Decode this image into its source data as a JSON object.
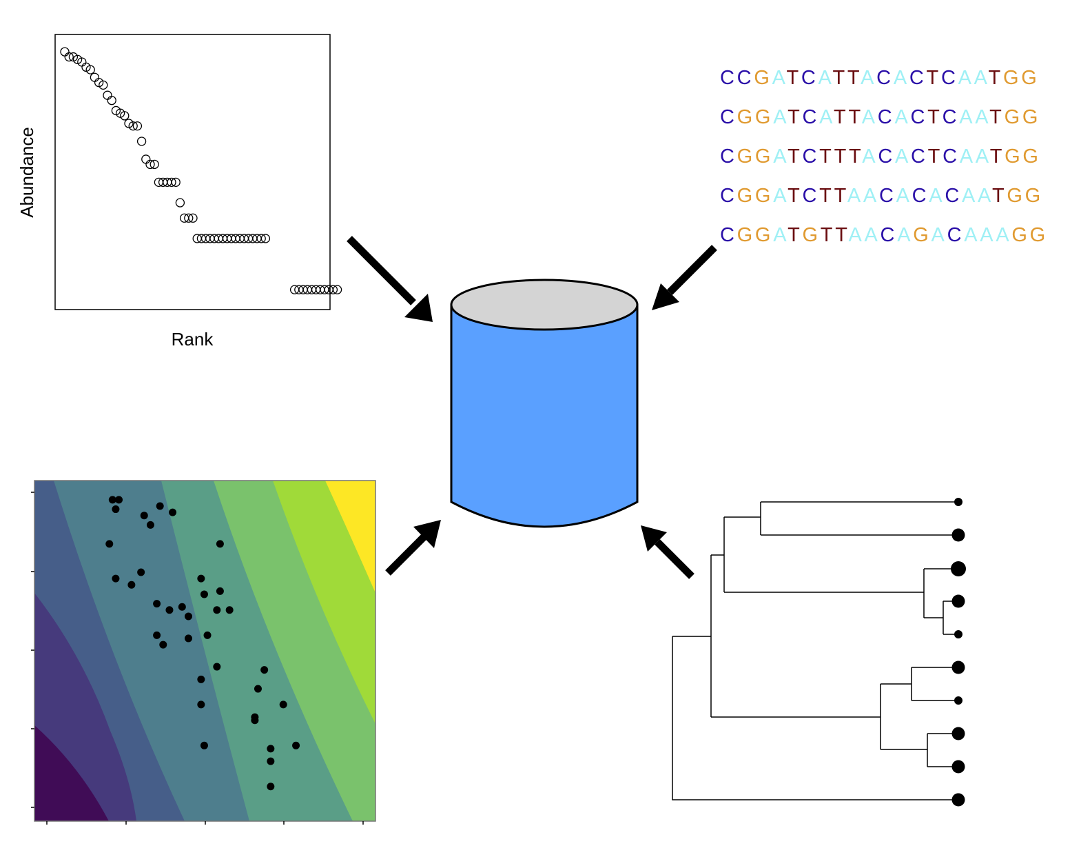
{
  "rank_abundance": {
    "xlabel": "Rank",
    "ylabel": "Abundance",
    "points": [
      1,
      2,
      3,
      4,
      5,
      6,
      7,
      8,
      9,
      10,
      11,
      12,
      13,
      14,
      15,
      16,
      17,
      18,
      19,
      20,
      21,
      22,
      23,
      24,
      25,
      26,
      27,
      28,
      29,
      30,
      31,
      32,
      33,
      34,
      35,
      36,
      37,
      38,
      39,
      40,
      41,
      42,
      43,
      44,
      45,
      46,
      47,
      48,
      49,
      50,
      51,
      52,
      53,
      54,
      55,
      56,
      57,
      58,
      59
    ],
    "abundance": [
      97,
      95,
      95,
      94,
      93,
      91,
      90,
      87,
      85,
      84,
      80,
      78,
      74,
      73,
      72,
      69,
      68,
      68,
      62,
      55,
      53,
      53,
      46,
      46,
      46,
      46,
      46,
      38,
      32,
      32,
      32,
      24,
      24,
      24,
      24,
      24,
      24,
      24,
      24,
      24,
      24,
      24,
      24,
      24,
      24,
      24,
      24,
      24,
      4,
      4,
      4,
      4,
      4,
      4,
      4,
      4,
      4,
      4,
      4
    ]
  },
  "sequences": [
    "CCGATCATTACACTCAATGG",
    "CGGATCATTACACTCAATGG",
    "CGGATCTTTACACTCAATGG",
    "CGGATCTTAACACACAATGG",
    "CGGATGTTAACAGACAAAGG"
  ],
  "base_colors": {
    "C": "#2a0fa8",
    "G": "#e09a30",
    "A": "#9ff0f5",
    "T": "#6a0d10"
  },
  "database": {
    "body_color": "#5aa0ff",
    "top_color": "#d4d4d4"
  },
  "contour": {
    "bands": [
      "#440154",
      "#46337e",
      "#365c8d",
      "#277f8e",
      "#1fa187",
      "#4ac16d",
      "#a0da39",
      "#fde725"
    ],
    "points": [
      [
        0.26,
        0.95
      ],
      [
        0.28,
        0.95
      ],
      [
        0.27,
        0.92
      ],
      [
        0.25,
        0.81
      ],
      [
        0.36,
        0.9
      ],
      [
        0.41,
        0.93
      ],
      [
        0.38,
        0.87
      ],
      [
        0.45,
        0.91
      ],
      [
        0.6,
        0.81
      ],
      [
        0.35,
        0.72
      ],
      [
        0.32,
        0.68
      ],
      [
        0.27,
        0.7
      ],
      [
        0.54,
        0.7
      ],
      [
        0.6,
        0.66
      ],
      [
        0.55,
        0.65
      ],
      [
        0.4,
        0.62
      ],
      [
        0.44,
        0.6
      ],
      [
        0.5,
        0.58
      ],
      [
        0.59,
        0.6
      ],
      [
        0.63,
        0.6
      ],
      [
        0.48,
        0.61
      ],
      [
        0.4,
        0.52
      ],
      [
        0.42,
        0.49
      ],
      [
        0.5,
        0.51
      ],
      [
        0.56,
        0.52
      ],
      [
        0.59,
        0.42
      ],
      [
        0.54,
        0.38
      ],
      [
        0.72,
        0.35
      ],
      [
        0.74,
        0.41
      ],
      [
        0.54,
        0.3
      ],
      [
        0.8,
        0.3
      ],
      [
        0.71,
        0.26
      ],
      [
        0.71,
        0.25
      ],
      [
        0.55,
        0.17
      ],
      [
        0.76,
        0.16
      ],
      [
        0.84,
        0.17
      ],
      [
        0.76,
        0.12
      ],
      [
        0.76,
        0.04
      ]
    ]
  },
  "tree": {
    "tip_sizes": [
      "small",
      "large",
      "large",
      "large",
      "small",
      "large",
      "small",
      "large",
      "large",
      "large"
    ]
  }
}
